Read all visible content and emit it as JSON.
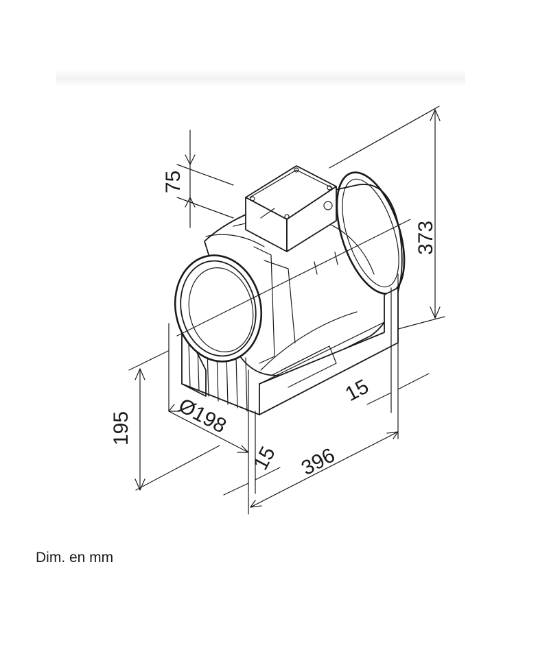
{
  "dimensions": {
    "box_height": "75",
    "total_height": "373",
    "axis_height": "195",
    "diameter": "Ø198",
    "flange_left": "15",
    "flange_right": "15",
    "length": "396"
  },
  "caption": "Dim. en mm"
}
